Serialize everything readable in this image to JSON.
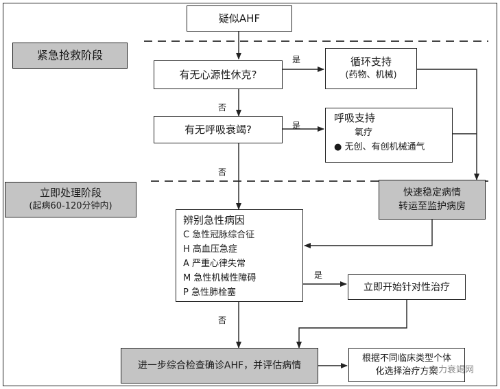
{
  "nodes": {
    "suspect": "疑似AHF",
    "shock_q": "有无心源性休克?",
    "circ_title": "循环支持",
    "circ_sub": "(药物、机械)",
    "resp_q": "有无呼吸衰竭?",
    "resp_title": "呼吸支持",
    "resp_item1": "氧疗",
    "resp_item2": "无创、有创机械通气",
    "stabilize_l1": "快速稳定病情",
    "stabilize_l2": "转运至监护病房",
    "cause_title": "辨别急性病因",
    "cause_c": "C 急性冠脉综合征",
    "cause_h": "H 高血压急症",
    "cause_a": "A 严重心律失常",
    "cause_m": "M 急性机械性障碍",
    "cause_p": "P 急性肺栓塞",
    "treat_now": "立即开始针对性治疗",
    "confirm": "进一步综合检查确诊AHF，并评估病情",
    "individual_l1": "根据不同临床类型个体",
    "individual_l2": "化选择治疗方案"
  },
  "phases": {
    "emergency": "紧急抢救阶段",
    "immediate": "立即处理阶段",
    "immediate_sub": "(起病60-120分钟内)"
  },
  "edges": {
    "yes": "是",
    "no": "否"
  },
  "watermark": "心力衰竭网",
  "colors": {
    "gray": "#c4c4c4",
    "line": "#222222"
  }
}
